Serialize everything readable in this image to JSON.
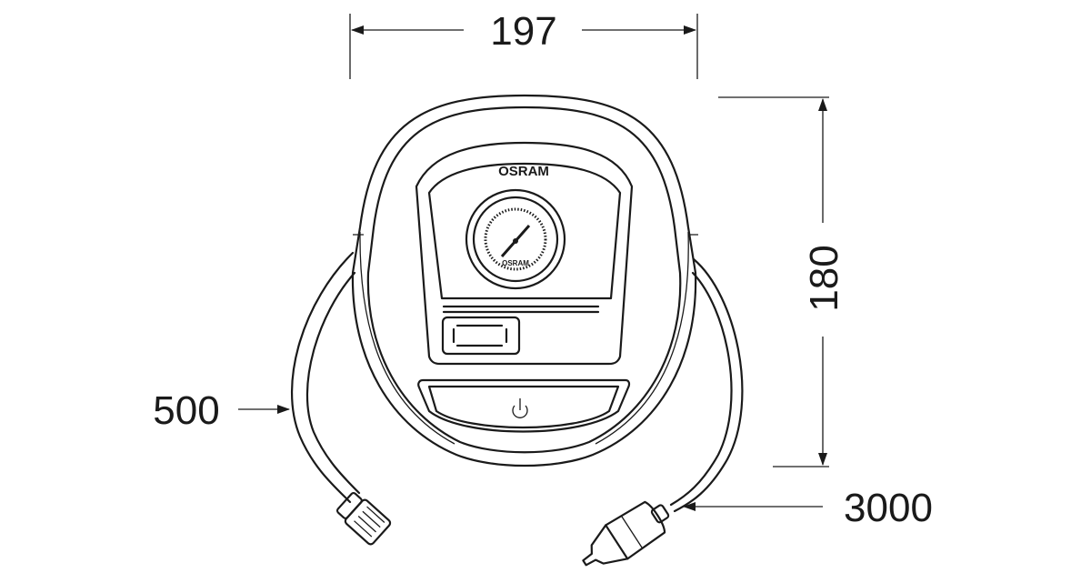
{
  "dimensions": {
    "width": "197",
    "height": "180",
    "hose_length": "500",
    "cable_length": "3000"
  },
  "device": {
    "brand_logo": "OSRAM",
    "gauge_logo": "OSRAM",
    "power_icon": "power-icon"
  },
  "colors": {
    "line": "#1a1a1a",
    "background": "#ffffff"
  }
}
